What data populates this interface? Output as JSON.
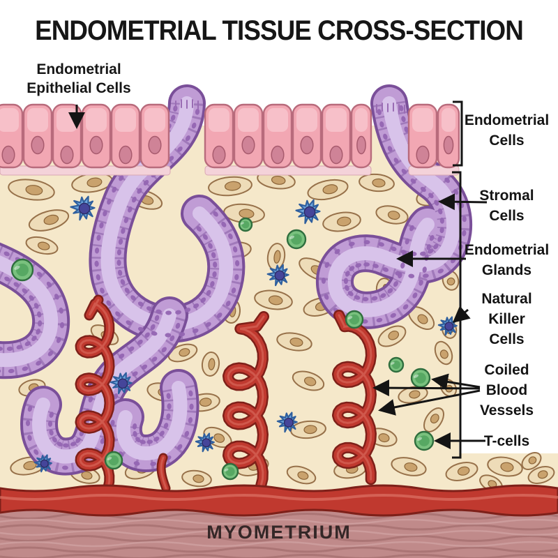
{
  "title": "ENDOMETRIAL TISSUE CROSS-SECTION",
  "labels": {
    "epithelial": [
      "Endometrial",
      "Epithelial Cells"
    ],
    "endometrial_cells": [
      "Endometrial",
      "Cells"
    ],
    "stromal_cells": [
      "Stromal",
      "Cells"
    ],
    "endometrial_glands": [
      "Endometrial",
      "Glands"
    ],
    "natural_killer_cells": [
      "Natural",
      "Killer",
      "Cells"
    ],
    "coiled_blood_vessels": [
      "Coiled",
      "Blood",
      "Vessels"
    ],
    "t_cells": "T-cells",
    "myometrium": "MYOMETRIUM"
  },
  "colors": {
    "ink": "#141414",
    "stroma_bg": "#f5e8ca",
    "stromal_fill": "#eedcb8",
    "stromal_stroke": "#97714a",
    "stromal_nucleus": "#c9a26d",
    "epithelium_fill": "#f2a7b3",
    "epithelium_highlight": "#f8c8d0",
    "epithelium_stroke": "#b86b7c",
    "epithelium_nucleus": "#cf8397",
    "basement": "#f4d2d9",
    "gland_outline": "#7a4f99",
    "gland_band": "#c09cd5",
    "gland_lumen": "#d8c3ea",
    "gland_nucleus": "#9465b2",
    "nk_fill": "#6fa6de",
    "nk_stroke": "#2f5f9e",
    "nk_nucleus": "#45459a",
    "t_fill": "#79c17e",
    "t_stroke": "#2f6e3e",
    "t_inner": "#57a863",
    "vessel_fill": "#c0392f",
    "vessel_outline": "#7e2019",
    "vessel_highlight": "#dd7265",
    "myometrium_fill": "#c08a8a",
    "myometrium_streak": "#9c6767",
    "myometrium_light": "#d6abab"
  }
}
